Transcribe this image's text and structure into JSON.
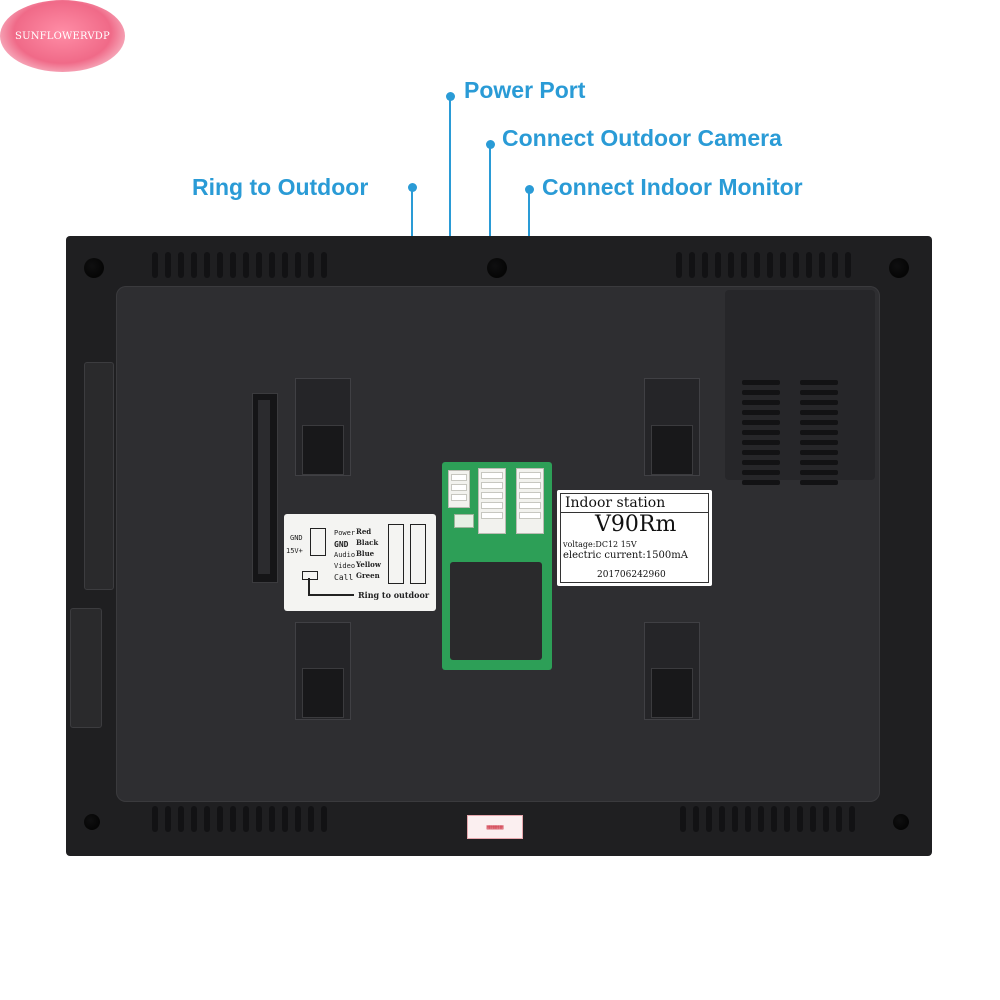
{
  "watermark": "SUNFLOWERVDP",
  "callouts": {
    "power_port": "Power Port",
    "connect_outdoor_camera": "Connect Outdoor Camera",
    "connect_indoor_monitor": "Connect Indoor Monitor",
    "ring_to_outdoor": "Ring to Outdoor"
  },
  "wiring_label": {
    "gnd": "GND",
    "plus15v": "15V+",
    "signals": [
      "Power",
      "GND",
      "Audio",
      "Video",
      "Call"
    ],
    "wire_colors": [
      "Red",
      "Black",
      "Blue",
      "Yellow",
      "Green"
    ],
    "ring_text": "Ring to outdoor"
  },
  "station_label": {
    "title": "Indoor station",
    "model": "V90Rm",
    "voltage": "voltage:DC12  15V",
    "current": "electric current:1500mA",
    "serial": "201706242960"
  },
  "colors": {
    "accent": "#2a9bd6",
    "device_body": "#1f1f21",
    "pcb": "#2d9f57"
  }
}
